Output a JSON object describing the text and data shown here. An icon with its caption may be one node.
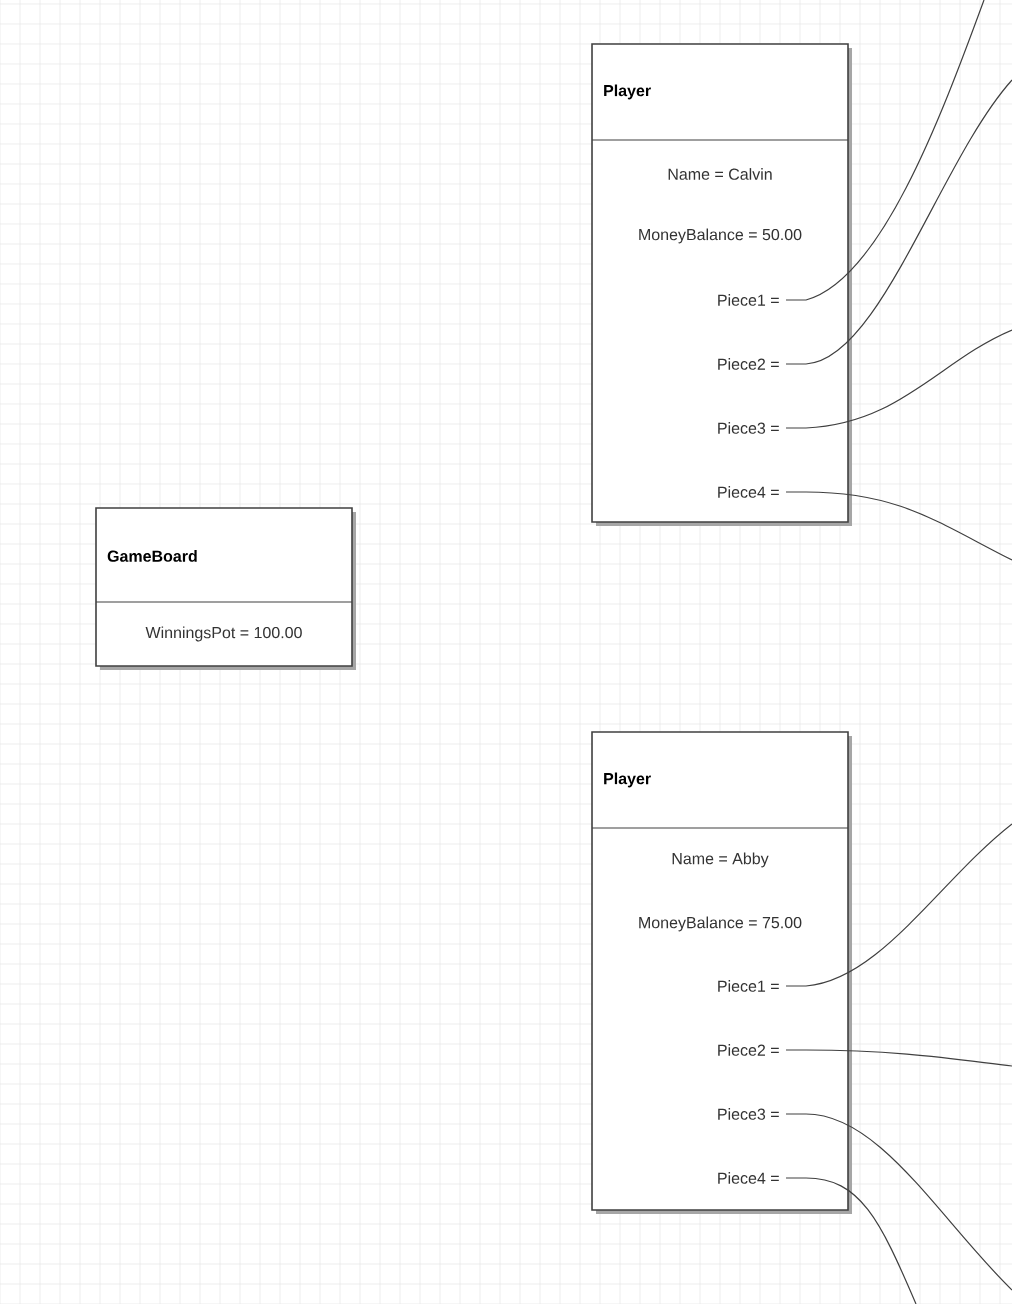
{
  "diagram": {
    "nodes": [
      {
        "text": [
          "GameBoard",
          "WinningsPot = 100.00"
        ]
      },
      {
        "text": [
          "Player",
          "Name = Calvin",
          "MoneyBalance = 50.00"
        ]
      },
      {
        "text": [
          "Piece1 ="
        ],
        "in": 1
      },
      {
        "text": [
          "Piece2 ="
        ],
        "in": 1
      },
      {
        "text": [
          "Piece3 ="
        ],
        "in": 1
      },
      {
        "text": [
          "Piece4 ="
        ],
        "in": 1
      },
      {
        "text": [
          "Player",
          "Name = Abby",
          "MoneyBalance = 75.00"
        ]
      },
      {
        "text": [
          "Piece1 ="
        ],
        "in": 6
      },
      {
        "text": [
          "Piece2 ="
        ],
        "in": 6
      },
      {
        "text": [
          "Piece3 ="
        ],
        "in": 6
      },
      {
        "text": [
          "Piece4 ="
        ],
        "in": 6
      }
    ],
    "edges": [
      {
        "from": 2,
        "to": null,
        "arrow": "none"
      },
      {
        "from": 3,
        "to": null,
        "arrow": "none"
      },
      {
        "from": 4,
        "to": null,
        "arrow": "none"
      },
      {
        "from": 5,
        "to": null,
        "arrow": "none"
      },
      {
        "from": 7,
        "to": null,
        "arrow": "none"
      },
      {
        "from": 8,
        "to": null,
        "arrow": "none"
      },
      {
        "from": 9,
        "to": null,
        "arrow": "none"
      },
      {
        "from": 10,
        "to": null,
        "arrow": "none"
      }
    ]
  }
}
